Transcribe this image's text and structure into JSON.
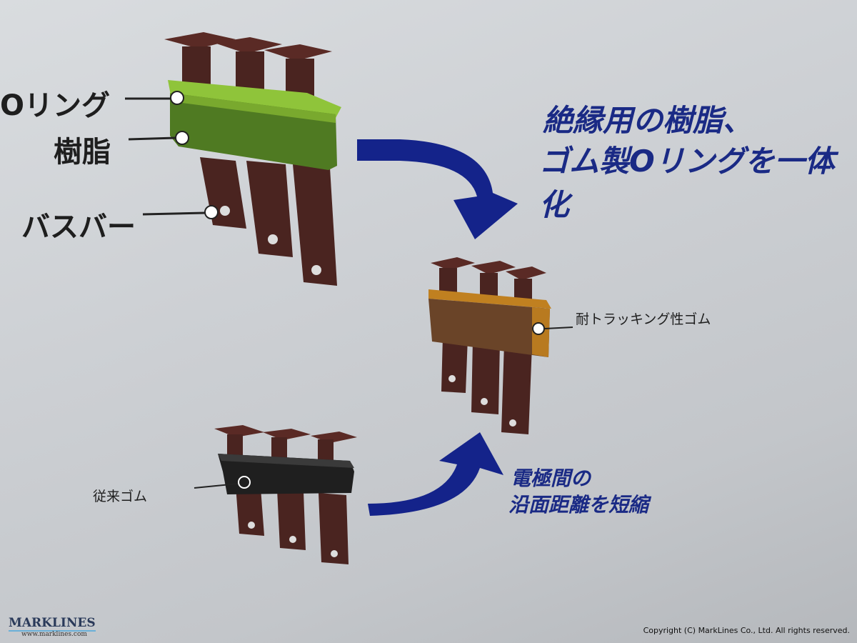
{
  "labels": {
    "o_ring": "Oリング",
    "resin": "樹脂",
    "busbar": "バスバー",
    "tracking_rubber": "耐トラッキング性ゴム",
    "conventional_rubber": "従来ゴム"
  },
  "headline": {
    "line1": "絶縁用の樹脂、",
    "line2": "ゴム製Oリングを一体化"
  },
  "sub_caption": {
    "line1": "電極間の",
    "line2": "沿面距離を短縮"
  },
  "footer": {
    "logo": "MARKLINES",
    "url": "www.marklines.com",
    "copyright": "Copyright (C) MarkLines Co., Ltd. All rights reserved."
  },
  "colors": {
    "headline": "#1a2a85",
    "arrow": "#14238a",
    "busbar": "#4a2420",
    "resin": "#5a8a1e",
    "tracking_rubber": "#8a5a1a",
    "conventional_rubber": "#1f1f1f"
  }
}
